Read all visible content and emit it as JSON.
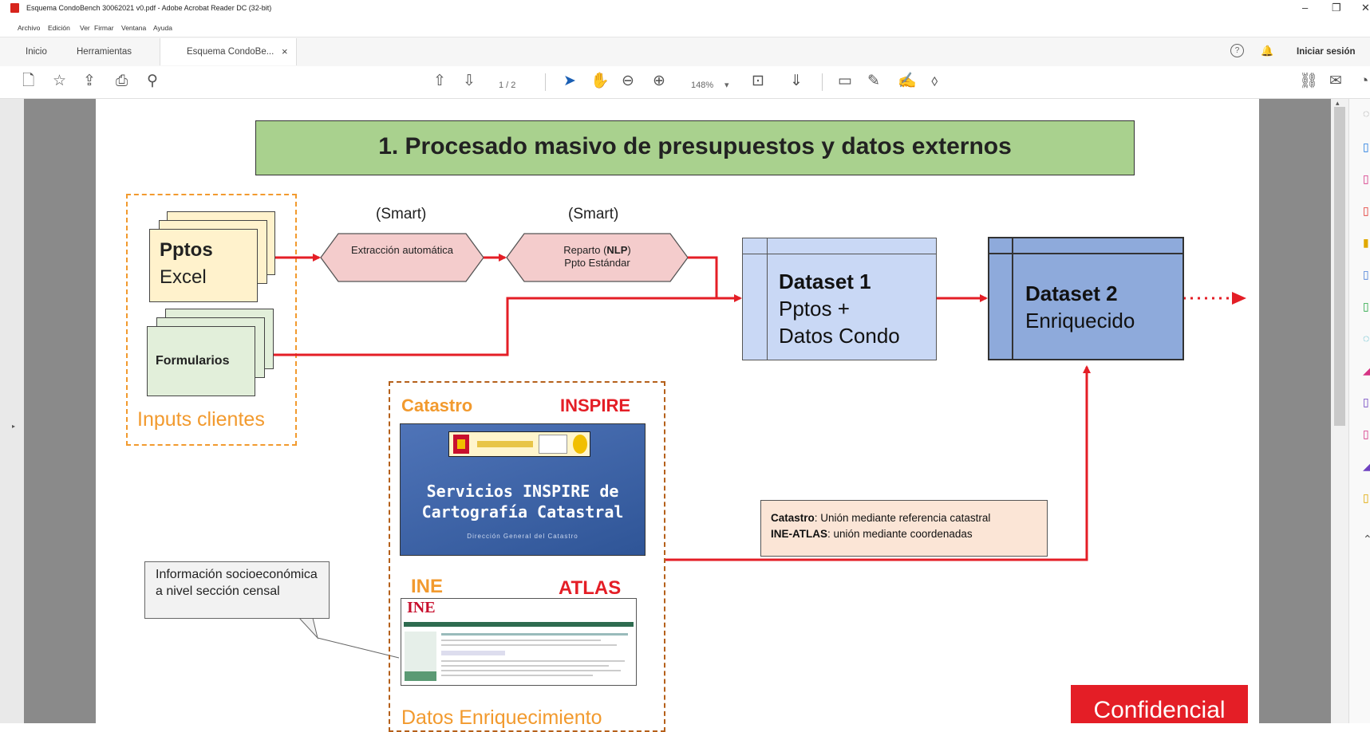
{
  "window": {
    "title": "Esquema CondoBench 30062021 v0.pdf - Adobe Acrobat Reader DC (32-bit)",
    "controls": [
      "–",
      "❐",
      "✕"
    ]
  },
  "menu": [
    "Archivo",
    "Edición",
    "Ver",
    "Firmar",
    "Ventana",
    "Ayuda"
  ],
  "tabs": {
    "home": "Inicio",
    "tools": "Herramientas",
    "document": "Esquema CondoBe...",
    "close": "×",
    "sign_in": "Iniciar sesión"
  },
  "toolbar": {
    "page_indicator": "1 / 2",
    "zoom": "148%"
  },
  "slide": {
    "heading": "1.   Procesado masivo de presupuestos y datos externos",
    "smart_label": "(Smart)",
    "doc_pptos_title": "Pptos",
    "doc_pptos_sub": "Excel",
    "doc_formularios": "Formularios",
    "inputs_label": "Inputs clientes",
    "hex_extraccion": "Extracción automática",
    "hex_reparto_1": "Reparto (",
    "hex_reparto_bold": "NLP",
    "hex_reparto_2": ")",
    "hex_reparto_line2": "Ppto Estándar",
    "dataset1_title": "Dataset 1",
    "dataset1_line2": "Pptos +",
    "dataset1_line3": "Datos Condo",
    "dataset2_title": "Dataset 2",
    "dataset2_line2": "Enriquecido",
    "catastro": "Catastro",
    "inspire": "INSPIRE",
    "inspire_img_line1": "Servicios INSPIRE de",
    "inspire_img_line2": "Cartografía Catastral",
    "inspire_img_line3": "Dirección General del Catastro",
    "ine": "INE",
    "atlas": "ATLAS",
    "ine_logo": "INE",
    "datos_label": "Datos Enriquecimiento",
    "note_catastro_bold": "Catastro",
    "note_catastro_rest": ": Unión mediante referencia catastral",
    "note_ine_bold": "INE-ATLAS",
    "note_ine_rest": ": unión mediante coordenadas",
    "callout": "Información socioeconómica a nivel sección censal",
    "confidencial": "Confidencial"
  },
  "colors": {
    "accent_red": "#e41e26",
    "orange": "#f29a2e",
    "header_green": "#a9d18e",
    "pptos_yellow": "#fff2cc",
    "form_green": "#e2efda",
    "hex_pink": "#f4cccc",
    "dataset1_blue": "#c9d8f5",
    "dataset2_blue": "#8eaadb",
    "note_peach": "#fbe5d6"
  }
}
